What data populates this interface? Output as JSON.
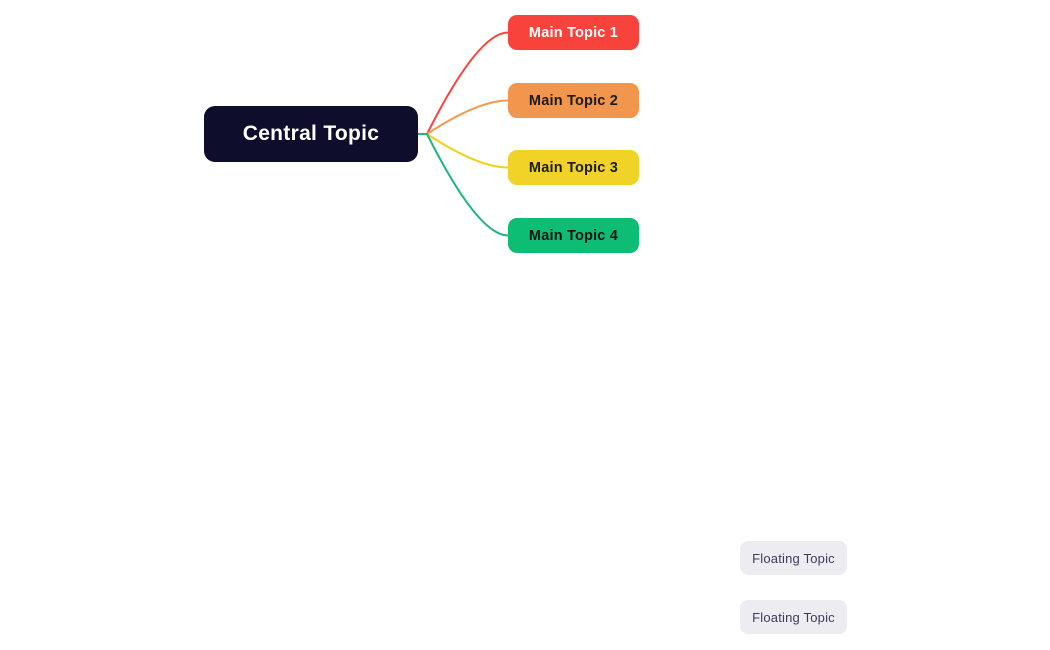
{
  "app": {
    "view": "mindmap-canvas",
    "background_color": "#ffffff"
  },
  "mindmap": {
    "central": {
      "label": "Central Topic",
      "bg": "#0e0d2b",
      "text_color": "#ffffff"
    },
    "main_topics": [
      {
        "label": "Main Topic 1",
        "bg": "#f8433d",
        "text_color": "#ffffff",
        "line_color": "#f8433d"
      },
      {
        "label": "Main Topic 2",
        "bg": "#f2954d",
        "text_color": "#1b1b1b",
        "line_color": "#f5984f"
      },
      {
        "label": "Main Topic 3",
        "bg": "#f1d327",
        "text_color": "#1b1b1b",
        "line_color": "#efd01e"
      },
      {
        "label": "Main Topic 4",
        "bg": "#0ebd74",
        "text_color": "#121212",
        "line_color": "#1db583"
      }
    ],
    "central_stub_color": "#1db583",
    "floating_topics": [
      {
        "label": "Floating Topic",
        "bg": "#edecf0",
        "text_color": "#3d3b5f"
      },
      {
        "label": "Floating Topic",
        "bg": "#edecf0",
        "text_color": "#3d3b5f"
      }
    ]
  }
}
